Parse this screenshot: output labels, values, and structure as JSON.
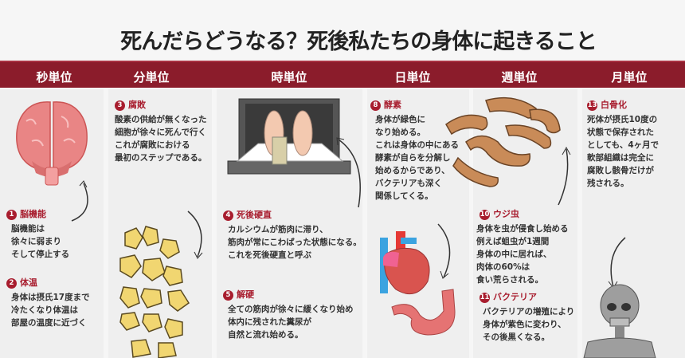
{
  "title": "死んだらどうなる？死後私たちの身体に起きること",
  "columns": [
    "秒単位",
    "分単位",
    "時単位",
    "日単位",
    "週単位",
    "月単位"
  ],
  "items": [
    {
      "num": "1",
      "title": "脳機能",
      "lines": [
        "脳機能は",
        "徐々に弱まり",
        "そして停止する"
      ]
    },
    {
      "num": "2",
      "title": "体温",
      "lines": [
        "身体は摂氏17度まで",
        "冷たくなり体温は",
        "部屋の温度に近づく"
      ]
    },
    {
      "num": "3",
      "title": "腐敗",
      "lines": [
        "酸素の供給が無くなった",
        "細胞が徐々に死んで行く",
        "これが腐敗における",
        "最初のステップである。"
      ]
    },
    {
      "num": "4",
      "title": "死後硬直",
      "lines": [
        "カルシウムが筋肉に滞り、",
        "筋肉が常にこわばった状態になる。",
        "これを死後硬直と呼ぶ"
      ]
    },
    {
      "num": "5",
      "title": "解硬",
      "lines": [
        "全ての筋肉が徐々に緩くなり始め",
        "体内に残された糞尿が",
        "自然と流れ始める。"
      ]
    },
    {
      "num": "8",
      "title": "酵素",
      "lines": [
        "身体が緑色に",
        "なり始める。",
        "これは身体の中にある",
        "酵素が自らを分解し",
        "始めるからであり、",
        "バクテリアも深く",
        "関係してくる。"
      ]
    },
    {
      "num": "10",
      "title": "ウジ虫",
      "lines": [
        "身体を虫が侵食し始める",
        "例えば蛆虫が1週間",
        "身体の中に居れば、",
        "肉体の60%は",
        "食い荒らされる。"
      ]
    },
    {
      "num": "11",
      "title": "バクテリア",
      "lines": [
        "バクテリアの増殖により",
        "身体が紫色に変わり、",
        "その後黒くなる。"
      ]
    },
    {
      "num": "13",
      "title": "白骨化",
      "lines": [
        "死体が摂氏10度の",
        "状態で保存された",
        "としても、4ヶ月で",
        "軟部組織は完全に",
        "腐敗し骸骨だけが",
        "残される。"
      ]
    }
  ],
  "colors": {
    "band": "#8b1c2b",
    "accent": "#a81d2e"
  }
}
